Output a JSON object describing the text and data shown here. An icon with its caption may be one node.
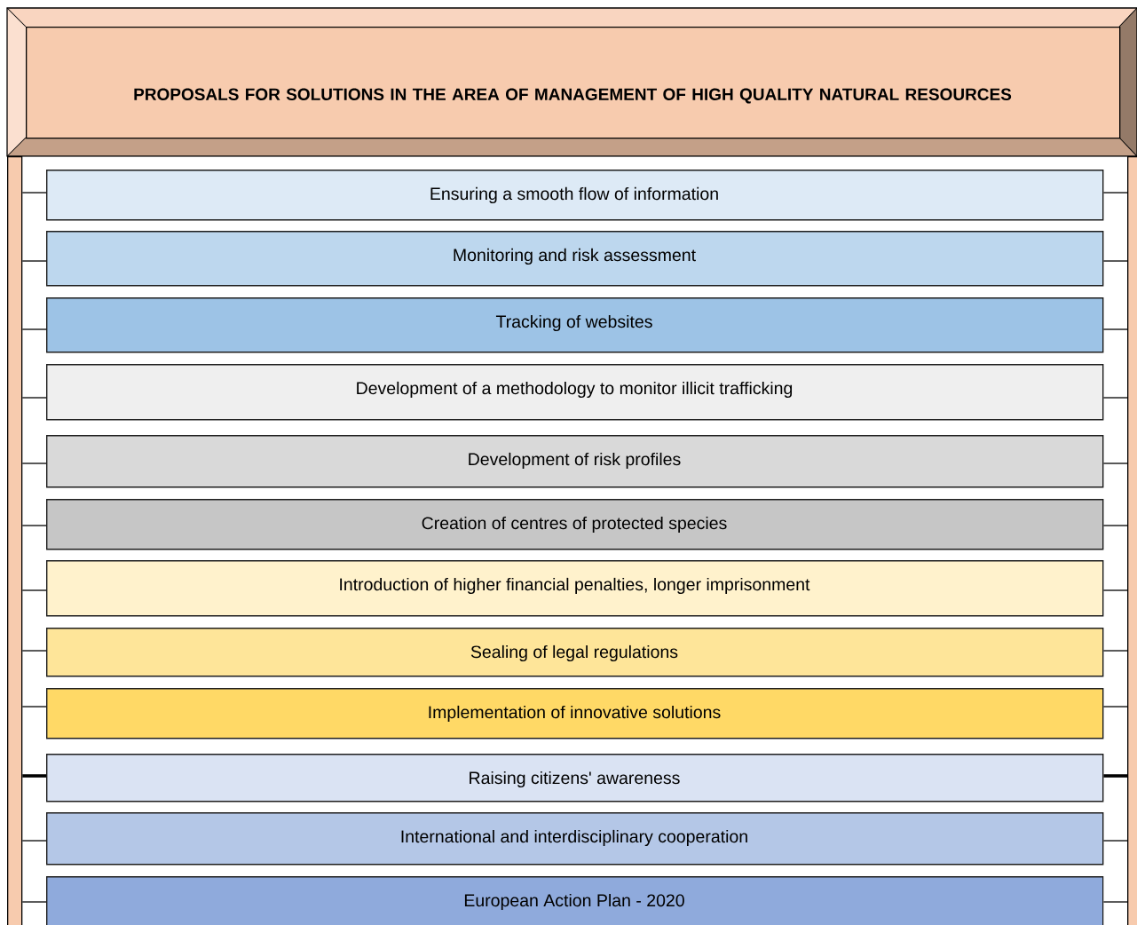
{
  "diagram": {
    "nodes": [
      {
        "text": [
          "PROPOSALS FOR SOLUTIONS IN THE AREA OF MANAGEMENT OF HIGH QUALITY NATURAL RESOURCES"
        ]
      },
      {
        "text": [],
        "shape": "bar"
      },
      {
        "text": [],
        "shape": "bar"
      },
      {
        "text": [
          "Ensuring a smooth flow of information"
        ]
      },
      {
        "text": [
          "Monitoring and risk assessment"
        ]
      },
      {
        "text": [
          "Tracking of websites"
        ]
      },
      {
        "text": [
          "Development of a methodology to monitor illicit trafficking"
        ]
      },
      {
        "text": [
          "Development of risk profiles"
        ]
      },
      {
        "text": [
          "Creation of centres of protected species"
        ]
      },
      {
        "text": [
          "Introduction of higher financial penalties, longer imprisonment"
        ]
      },
      {
        "text": [
          "Sealing of legal regulations"
        ]
      },
      {
        "text": [
          "Implementation of innovative solutions"
        ]
      },
      {
        "text": [
          "Raising citizens' awareness"
        ]
      },
      {
        "text": [
          "International and interdisciplinary cooperation"
        ]
      },
      {
        "text": [
          "European Action Plan - 2020"
        ]
      }
    ],
    "edges": [
      {
        "from": 1,
        "to": 3,
        "arrow": "none"
      },
      {
        "from": 3,
        "to": 2,
        "arrow": "none"
      },
      {
        "from": 1,
        "to": 4,
        "arrow": "none"
      },
      {
        "from": 4,
        "to": 2,
        "arrow": "none"
      },
      {
        "from": 1,
        "to": 5,
        "arrow": "none"
      },
      {
        "from": 5,
        "to": 2,
        "arrow": "none"
      },
      {
        "from": 1,
        "to": 6,
        "arrow": "none"
      },
      {
        "from": 6,
        "to": 2,
        "arrow": "none"
      },
      {
        "from": 1,
        "to": 7,
        "arrow": "none"
      },
      {
        "from": 7,
        "to": 2,
        "arrow": "none"
      },
      {
        "from": 1,
        "to": 8,
        "arrow": "none"
      },
      {
        "from": 8,
        "to": 2,
        "arrow": "none"
      },
      {
        "from": 1,
        "to": 9,
        "arrow": "none"
      },
      {
        "from": 9,
        "to": 2,
        "arrow": "none"
      },
      {
        "from": 1,
        "to": 10,
        "arrow": "none"
      },
      {
        "from": 10,
        "to": 2,
        "arrow": "none"
      },
      {
        "from": 1,
        "to": 11,
        "arrow": "none"
      },
      {
        "from": 11,
        "to": 2,
        "arrow": "none"
      },
      {
        "from": 1,
        "to": 12,
        "arrow": "none",
        "style": "thick"
      },
      {
        "from": 12,
        "to": 2,
        "arrow": "none",
        "style": "thick"
      },
      {
        "from": 1,
        "to": 13,
        "arrow": "none"
      },
      {
        "from": 13,
        "to": 2,
        "arrow": "none"
      },
      {
        "from": 1,
        "to": 14,
        "arrow": "none"
      },
      {
        "from": 14,
        "to": 2,
        "arrow": "none"
      }
    ]
  }
}
